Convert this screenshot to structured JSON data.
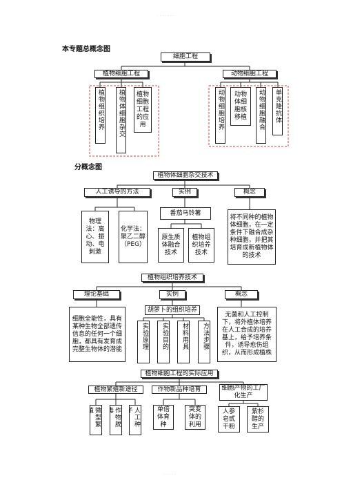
{
  "header_watermark": "· · · · · · ·",
  "footer_watermark": "· · · · ·",
  "overview": {
    "title": "本专题总概念图",
    "root": "细胞工程",
    "plant": "植物细胞工程",
    "animal": "动物细胞工程",
    "plant_children": [
      "植物组织培养",
      "植物体细胞杂交",
      "植物细胞工程的应用"
    ],
    "animal_children": [
      "动物细胞培养",
      "动物体细胞核移植",
      "动物细胞融合",
      "单克隆抗体"
    ]
  },
  "section_title": "分概念图",
  "fusion": {
    "title": "植物体细胞杂交技术",
    "method": "人工诱导的方法",
    "example": "实例",
    "concept": "概念",
    "physical": "物理法：离心、振动、电刺激",
    "chemical": "化学法：聚乙二醇（PEG）",
    "example_box": "番茄马铃薯",
    "protoplast": "原生质体融合技术",
    "tissue_tech": "植物组织培养技术",
    "concept_text": "将不同种的植物体细胞，在一定条件下融合成杂种细胞，并把其培育成新植物体的技术"
  },
  "culture": {
    "title": "植物组织培养技术",
    "basis": "理论基础",
    "example": "实例",
    "concept": "概念",
    "basis_text": "细胞全能性，具有某种生物全部遗传信息的任何一个细胞，都具有发育成完整生物体的潜能",
    "example_box": "胡萝卜的组织培养",
    "sub": [
      "实验原理",
      "实验目的",
      "材料用具",
      "方法步骤"
    ],
    "concept_text": "无菌和人工控制下，将外植体培养在人工合成的培养基上，给予培养条件，诱导愈伤组织，从而形成植株"
  },
  "application": {
    "title": "植物细胞工程的实际应用",
    "b1": "植物繁殖新途径",
    "b2": "作物新品种培育",
    "b3": "细胞产物的工厂化生产",
    "b1_children": [
      "微型繁殖",
      "作物脱毒",
      "人工种子"
    ],
    "b2_children": [
      "单倍体育种",
      "突变体的利用"
    ],
    "b3_children": [
      "人参皂甙干粉",
      "紫杉醇的生产"
    ]
  }
}
